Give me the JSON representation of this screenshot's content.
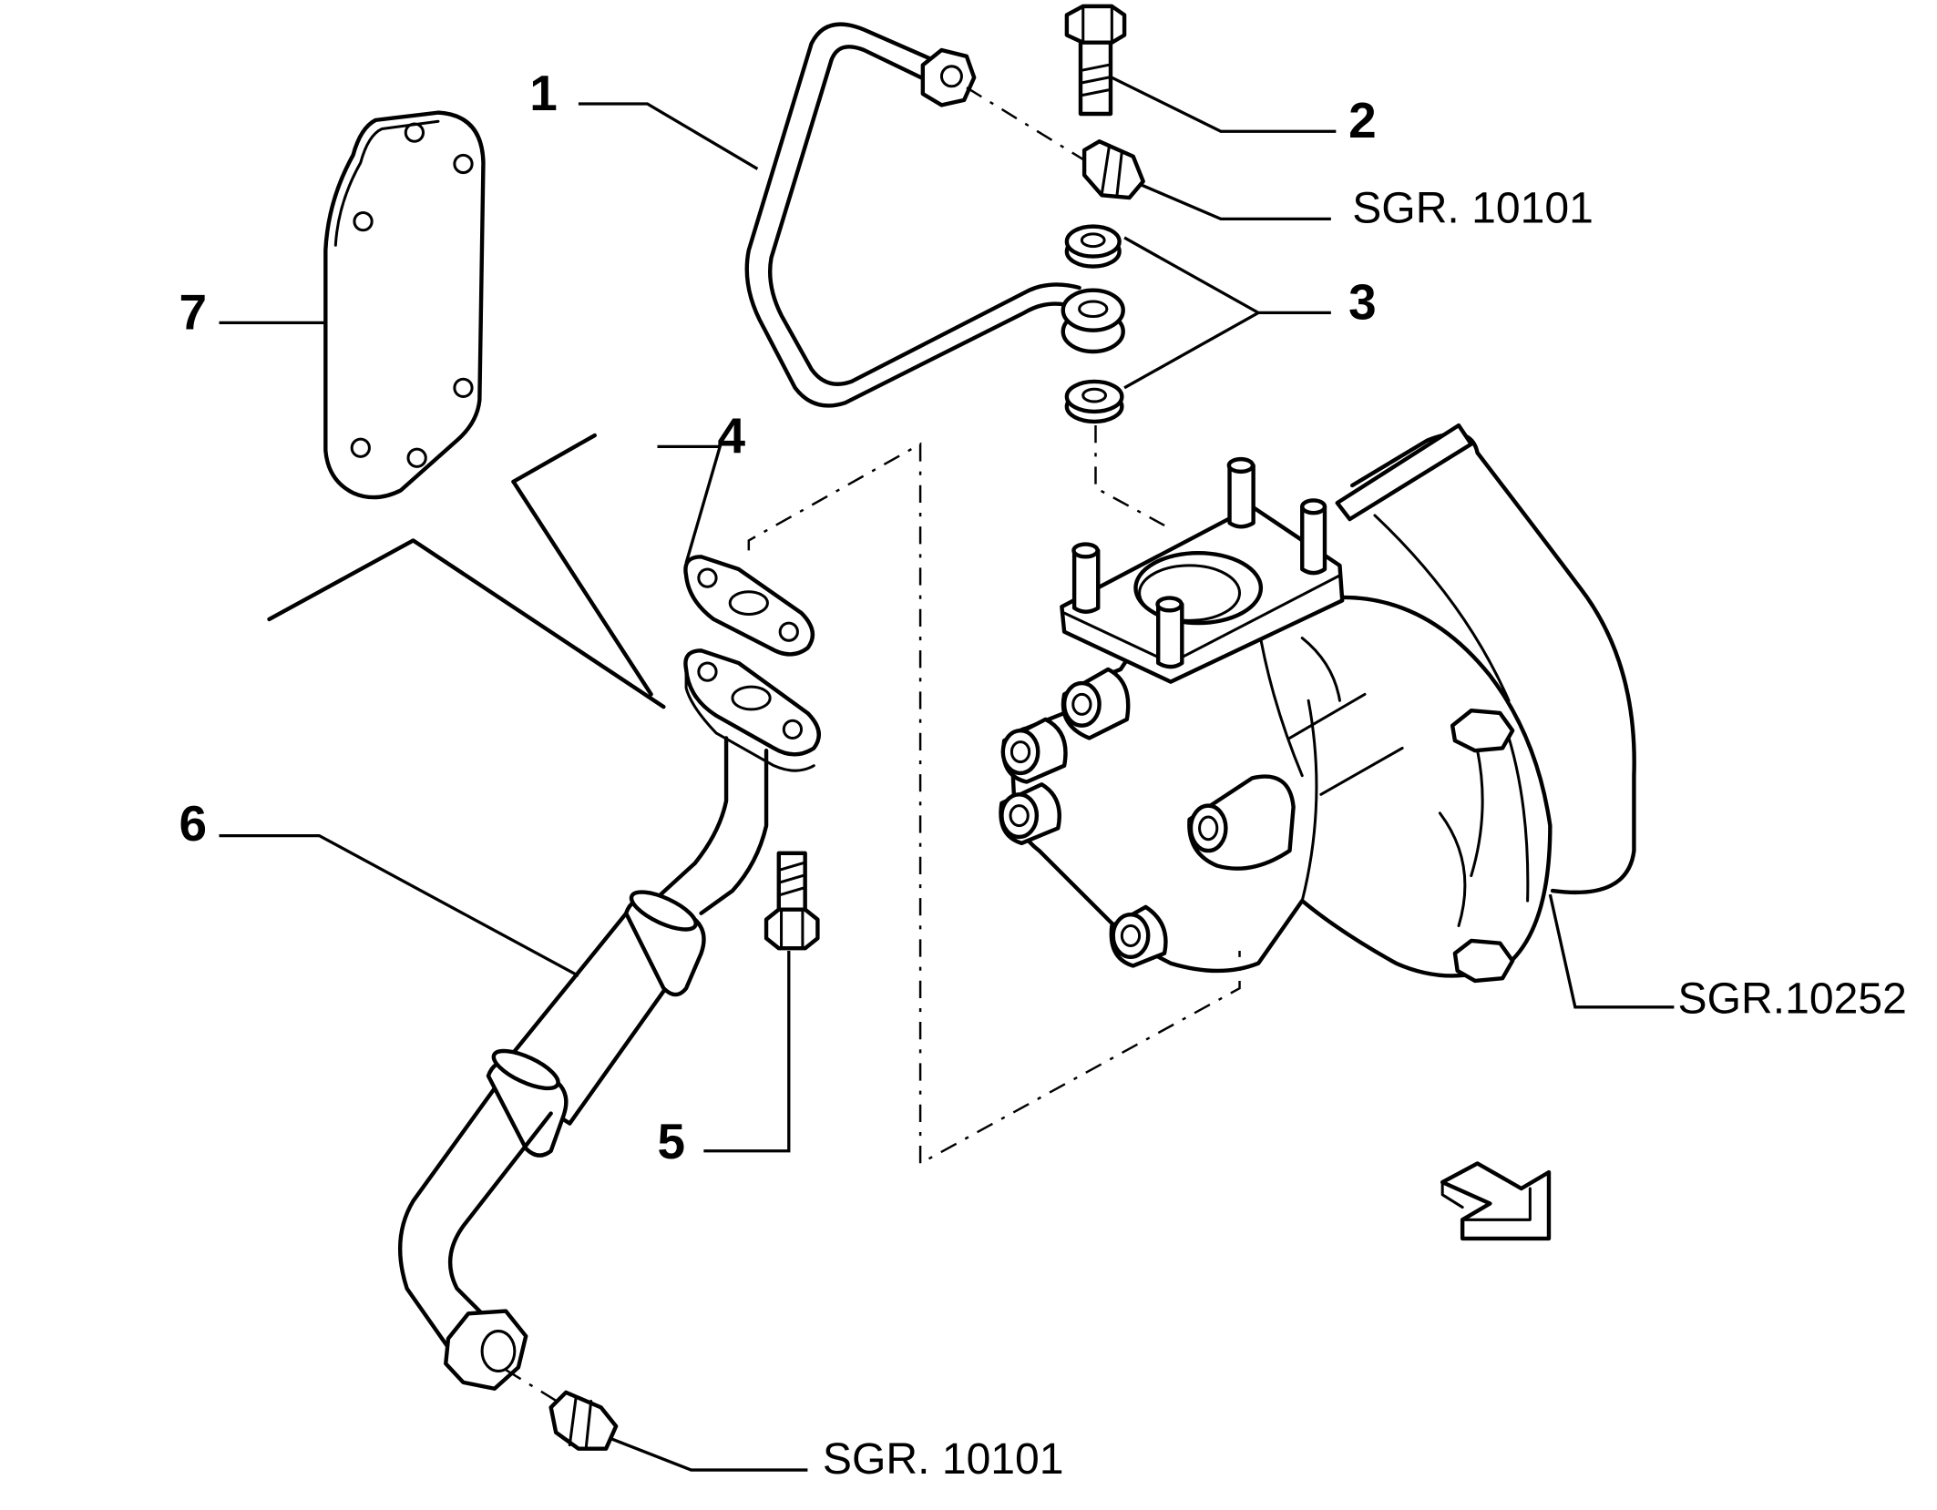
{
  "callouts": {
    "c1": "1",
    "c2": "2",
    "c3": "3",
    "c4": "4",
    "c5": "5",
    "c6": "6",
    "c7": "7"
  },
  "references": {
    "sgr_10101_top": "SGR. 10101",
    "sgr_10252": "SGR.10252",
    "sgr_10101_bottom": "SGR. 10101"
  },
  "icons": {
    "view_arrow": "direction-arrow-icon"
  }
}
